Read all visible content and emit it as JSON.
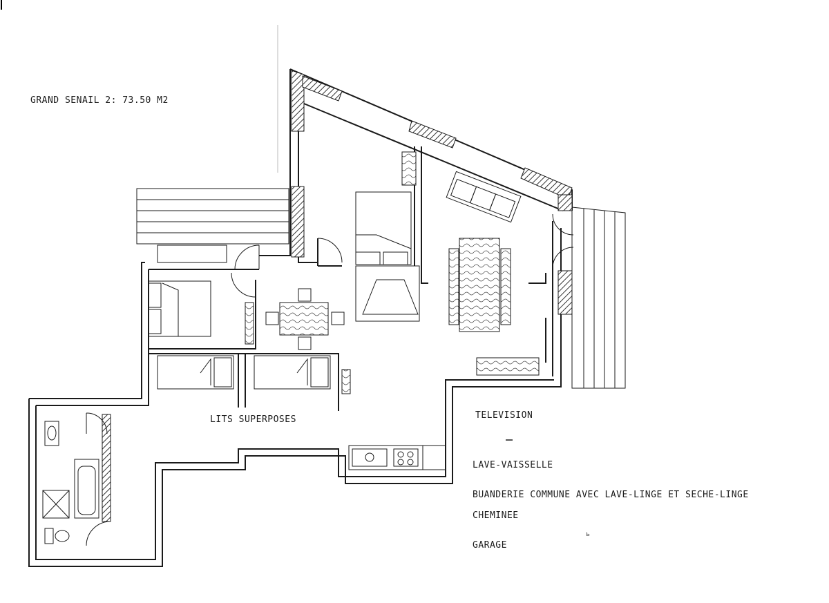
{
  "title": "GRAND SENAIL 2: 73.50 M2",
  "room_label": "LITS SUPERPOSES",
  "legend": [
    "TELEVISION",
    "LAVE-VAISSELLE",
    "BUANDERIE COMMUNE AVEC LAVE-LINGE ET SECHE-LINGE",
    "CHEMINEE",
    "GARAGE"
  ]
}
